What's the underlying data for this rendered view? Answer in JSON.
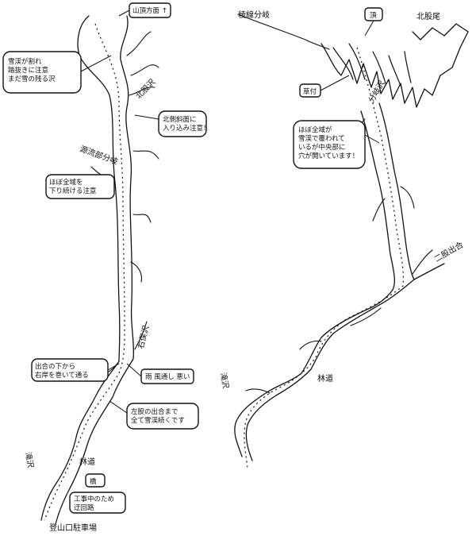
{
  "maps": [
    {
      "id": "left",
      "callouts": [
        {
          "key": "l1",
          "text": "山頂方面 ↑"
        },
        {
          "key": "l2",
          "text": "雪渓が割れ\n踏抜きに注意\nまだ雪の残る沢"
        },
        {
          "key": "l3",
          "text": "北側斜面に\n入り込み注意！"
        },
        {
          "key": "l4",
          "text": "ほぼ全域を\n下り続ける注意"
        },
        {
          "key": "l5",
          "text": "雨 風通し 悪い"
        },
        {
          "key": "l6",
          "text": "出合の下から\n右岸を巻いて通る"
        },
        {
          "key": "l7",
          "text": "左股の出合まで\n全て雪渓続くです"
        },
        {
          "key": "l8",
          "text": "橋"
        },
        {
          "key": "l9",
          "text": "工事中のため\n迂回路"
        }
      ],
      "places": [
        {
          "key": "p1",
          "text": "北股沢"
        },
        {
          "key": "p2",
          "text": "源流部分岐"
        },
        {
          "key": "p3",
          "text": "右俣沢"
        },
        {
          "key": "p4",
          "text": "滝沢"
        },
        {
          "key": "p5",
          "text": "林道"
        },
        {
          "key": "p6",
          "text": "登山口駐車場"
        }
      ]
    },
    {
      "id": "right",
      "callouts": [
        {
          "key": "r1",
          "text": "頂"
        },
        {
          "key": "r2",
          "text": "草付"
        },
        {
          "key": "r3",
          "text": "ほぼ全域が\n雪渓で覆われて\nいるが中央部に\n穴が開いています！"
        }
      ],
      "places": [
        {
          "key": "q1",
          "text": "稜線分岐"
        },
        {
          "key": "q2",
          "text": "北股尾"
        },
        {
          "key": "q3",
          "text": "分岐沢"
        },
        {
          "key": "q4",
          "text": "二股出合"
        },
        {
          "key": "q5",
          "text": "滝沢"
        },
        {
          "key": "q6",
          "text": "林道"
        }
      ]
    }
  ]
}
